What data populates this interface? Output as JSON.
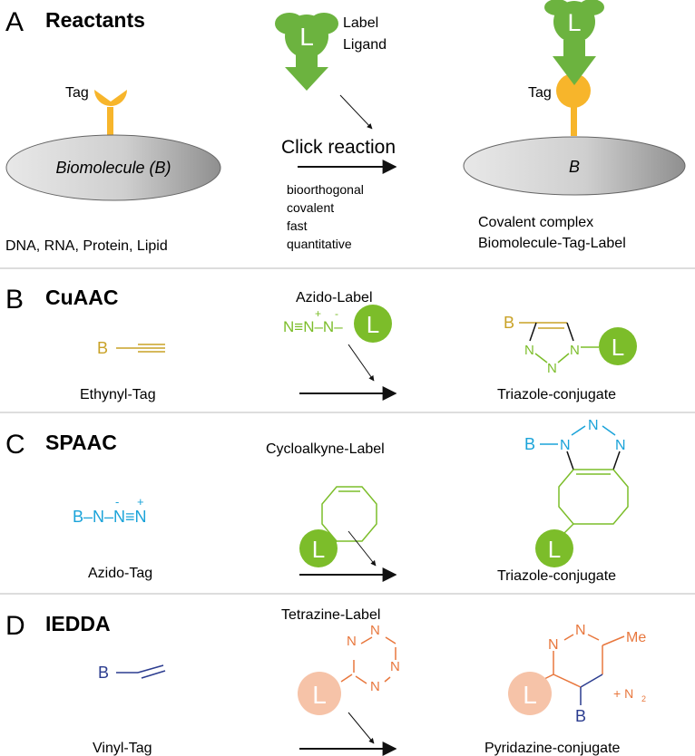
{
  "sectionA": {
    "letter": "A",
    "title": "Reactants",
    "tag_label": "Tag",
    "biomolecule_label": "Biomolecule (B)",
    "biomolecule_types": "DNA, RNA, Protein, Lipid",
    "label_text": "Label",
    "ligand_text": "Ligand",
    "ligand_glyph": "L",
    "reaction_title": "Click reaction",
    "properties": [
      "bioorthogonal",
      "covalent",
      "fast",
      "quantitative"
    ],
    "product_tag_label": "Tag",
    "product_b_label": "B",
    "product_line1": "Covalent complex",
    "product_line2": "Biomolecule-Tag-Label"
  },
  "sectionB": {
    "letter": "B",
    "title": "CuAAC",
    "tag_b": "B",
    "tag_name": "Ethynyl-Tag",
    "label_name": "Azido-Label",
    "azide_text": "N≡N–N–",
    "plus": "+",
    "minus": "-",
    "ligand_glyph": "L",
    "product_b": "B",
    "product_n": "N",
    "product_name": "Triazole-conjugate",
    "color": "#c9a227",
    "label_color": "#7cbd2a"
  },
  "sectionC": {
    "letter": "C",
    "title": "SPAAC",
    "tag_text": "B–N–N≡N",
    "plus": "+",
    "minus": "-",
    "tag_name": "Azido-Tag",
    "label_name": "Cycloalkyne-Label",
    "ligand_glyph": "L",
    "product_b": "B",
    "product_n": "N",
    "product_name": "Triazole-conjugate",
    "color": "#1aa3d9",
    "label_color": "#7cbd2a"
  },
  "sectionD": {
    "letter": "D",
    "title": "IEDDA",
    "tag_b": "B",
    "tag_name": "Vinyl-Tag",
    "label_name": "Tetrazine-Label",
    "ligand_glyph": "L",
    "product_n": "N",
    "product_me": "Me",
    "product_b": "B",
    "byproduct_plus": "+ N",
    "byproduct_sub": "2",
    "product_name": "Pyridazine-conjugate",
    "color": "#e8773d",
    "tag_color": "#2b3c8f",
    "ligand_fill": "#f6c3a8"
  }
}
